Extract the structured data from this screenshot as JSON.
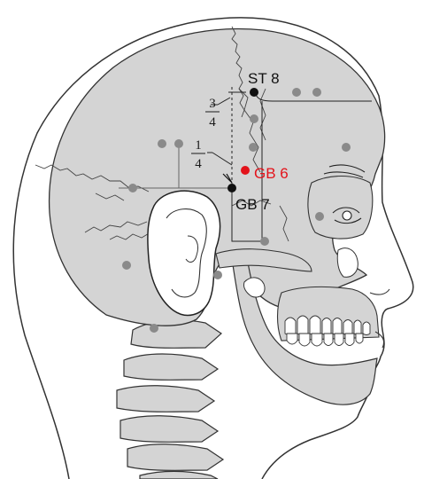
{
  "colors": {
    "skull_fill": "#d4d4d4",
    "outline": "#333333",
    "point_gray": "#8a8a8a",
    "point_black": "#111111",
    "highlight": "#e3131b"
  },
  "labels": {
    "st8": "ST 8",
    "gb6": "GB 6",
    "gb7": "GB 7"
  },
  "fractions": {
    "upper": {
      "numerator": "3",
      "denominator": "4"
    },
    "lower": {
      "numerator": "1",
      "denominator": "4"
    }
  }
}
